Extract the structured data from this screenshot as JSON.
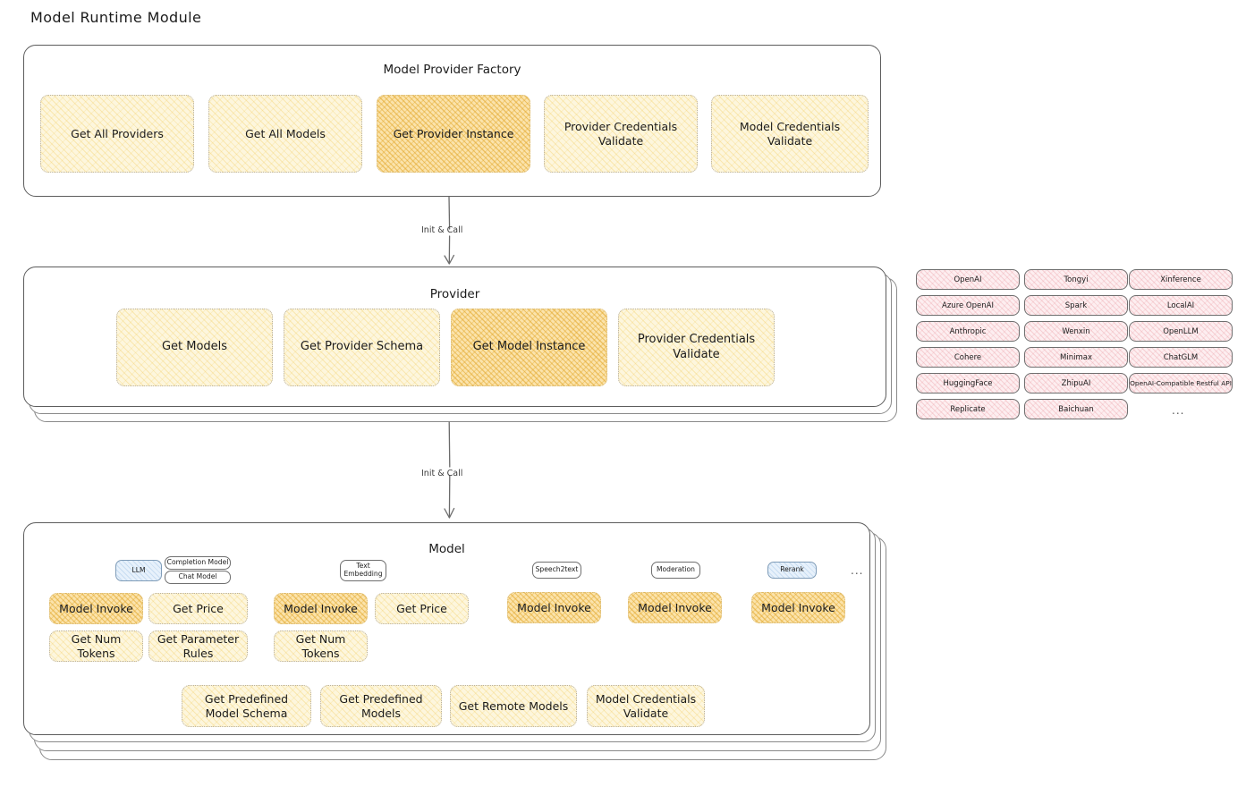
{
  "page": {
    "title": "Model Runtime Module"
  },
  "factory": {
    "title": "Model Provider Factory",
    "nodes": [
      {
        "label": "Get All Providers",
        "highlighted": false
      },
      {
        "label": "Get All Models",
        "highlighted": false
      },
      {
        "label": "Get Provider Instance",
        "highlighted": true
      },
      {
        "label": "Provider Credentials Validate",
        "highlighted": false
      },
      {
        "label": "Model Credentials Validate",
        "highlighted": false
      }
    ]
  },
  "connector1": {
    "label": "Init & Call"
  },
  "provider": {
    "title": "Provider",
    "nodes": [
      {
        "label": "Get Models",
        "highlighted": false
      },
      {
        "label": "Get Provider Schema",
        "highlighted": false
      },
      {
        "label": "Get Model Instance",
        "highlighted": true
      },
      {
        "label": "Provider Credentials Validate",
        "highlighted": false
      }
    ]
  },
  "connector2": {
    "label": "Init & Call"
  },
  "provider_list": {
    "ellipsis": "...",
    "column1": [
      "OpenAI",
      "Azure OpenAI",
      "Anthropic",
      "Cohere",
      "HuggingFace",
      "Replicate"
    ],
    "column2": [
      "Tongyi",
      "Spark",
      "Wenxin",
      "Minimax",
      "ZhipuAI",
      "Baichuan"
    ],
    "column3": [
      "Xinference",
      "LocalAI",
      "OpenLLM",
      "ChatGLM",
      "OpenAI-Compatible Restful API"
    ]
  },
  "model": {
    "title": "Model",
    "ellipsis": "...",
    "types": [
      {
        "name": "LLM",
        "blue": true,
        "subtypes": [
          "Completion Model",
          "Chat Model"
        ],
        "methods": [
          "Model Invoke",
          "Get Price",
          "Get Num Tokens",
          "Get Parameter Rules"
        ]
      },
      {
        "name": "Text Embedding",
        "blue": false,
        "subtypes": [],
        "methods": [
          "Model Invoke",
          "Get Price",
          "Get Num Tokens"
        ]
      },
      {
        "name": "Speech2text",
        "blue": false,
        "subtypes": [],
        "methods": [
          "Model Invoke"
        ]
      },
      {
        "name": "Moderation",
        "blue": false,
        "subtypes": [],
        "methods": [
          "Model Invoke"
        ]
      },
      {
        "name": "Rerank",
        "blue": true,
        "subtypes": [],
        "methods": [
          "Model Invoke"
        ]
      }
    ],
    "common_methods": [
      "Get Predefined Model Schema",
      "Get Predefined Models",
      "Get Remote Models",
      "Model Credentials Validate"
    ]
  },
  "colors": {
    "node_fill": "#fdf6dd",
    "node_highlight_fill": "#fbe3ab",
    "chip_fill": "#fdeef0",
    "badge_blue_fill": "#e7f1fb",
    "stroke": "#5c5c5c",
    "background": "#ffffff"
  }
}
